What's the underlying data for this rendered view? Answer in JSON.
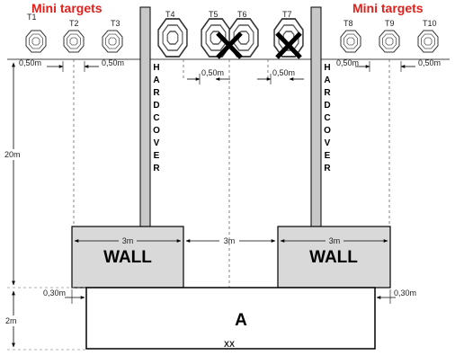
{
  "titles": {
    "left": "Mini targets",
    "right": "Mini targets"
  },
  "targets": {
    "t1": "T1",
    "t2": "T2",
    "t3": "T3",
    "t4": "T4",
    "t5": "T5",
    "t6": "T6",
    "t7": "T7",
    "t8": "T8",
    "t9": "T9",
    "t10": "T10"
  },
  "hardcover": [
    "H",
    "A",
    "R",
    "D",
    "C",
    "O",
    "V",
    "E",
    "R"
  ],
  "walls": {
    "left": "WALL",
    "right": "WALL"
  },
  "dimensions": {
    "spacing": "0,50m",
    "wall_width": "3m",
    "wall_gap": "3m",
    "range_depth": "20m",
    "box_depth": "2m",
    "offset": "0,30m"
  },
  "area": {
    "label": "A",
    "mark": "XX"
  },
  "colors": {
    "title": "#e0201b",
    "wall_fill": "#d9d9d9",
    "hardcover_fill": "#c8c8c8",
    "no_shoot": "#000000"
  },
  "icons": {
    "target": "target-silhouette-icon",
    "no_shoot": "no-shoot-cross-icon"
  }
}
